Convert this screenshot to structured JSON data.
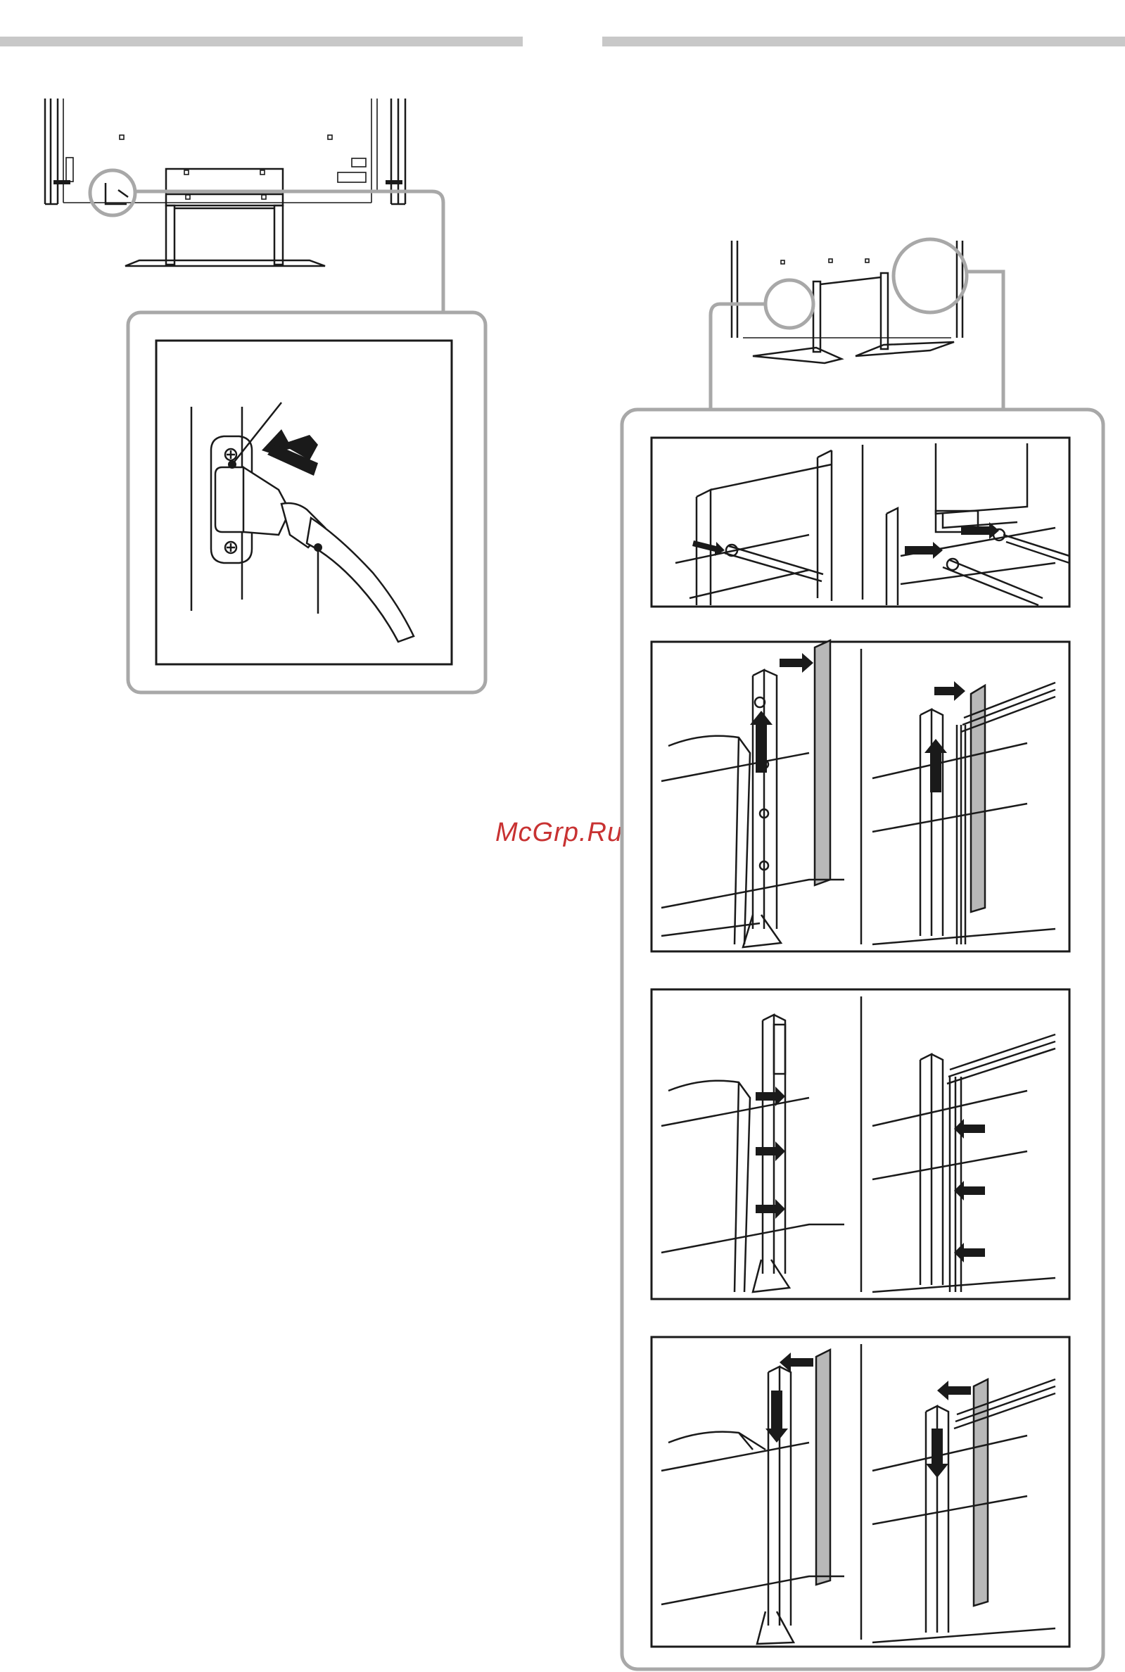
{
  "document": {
    "watermark": "McGrp.Ru"
  },
  "colors": {
    "rule_grey": "#c8c8c8",
    "callout_grey": "#a8a8a8",
    "ink": "#1a1a1a",
    "cover_shade": "#b8b8b8",
    "watermark_red": "#c83232"
  },
  "figures": {
    "left": {
      "name": "tv-rear-ac-power-connection",
      "icon": "power-plug-arrow-icon"
    },
    "right": {
      "name": "tv-rear-cable-management",
      "steps": 4,
      "icon": "cable-cover-arrow-icon"
    }
  }
}
